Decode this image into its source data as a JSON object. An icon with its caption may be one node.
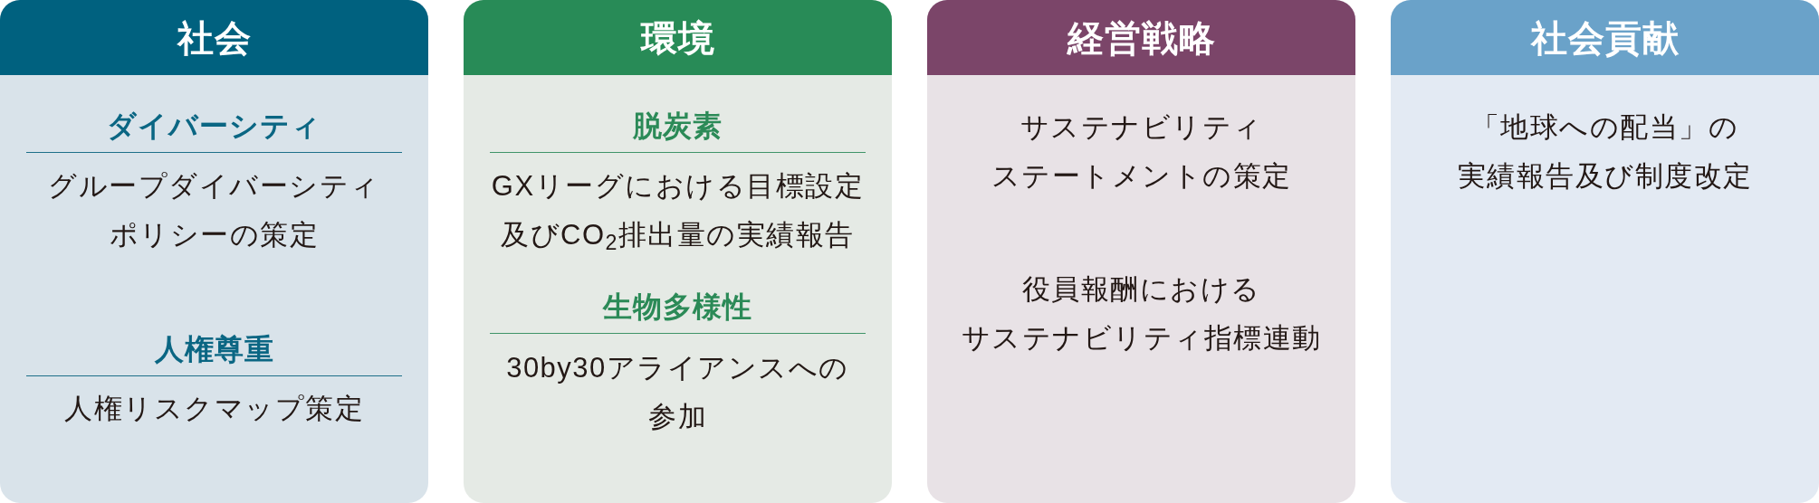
{
  "diagram": {
    "nodes": [
      {
        "text": [
          "社会",
          "ダイバーシティ",
          "グループダイバーシティポリシーの策定",
          "人権尊重",
          "人権リスクマップ策定"
        ]
      },
      {
        "text": [
          "環境",
          "脱炭素",
          "GXリーグにおける目標設定及びCO$_{2}$排出量の実績報告",
          "生物多様性",
          "30by30アライアンスへの参加"
        ]
      },
      {
        "text": [
          "経営戦略",
          "サステナビリティステートメントの策定",
          "役員報酬におけるサステナビリティ指標連動"
        ]
      },
      {
        "text": [
          "社会貢献",
          "「地球への配当」の実績報告及び制度改定"
        ]
      }
    ]
  }
}
